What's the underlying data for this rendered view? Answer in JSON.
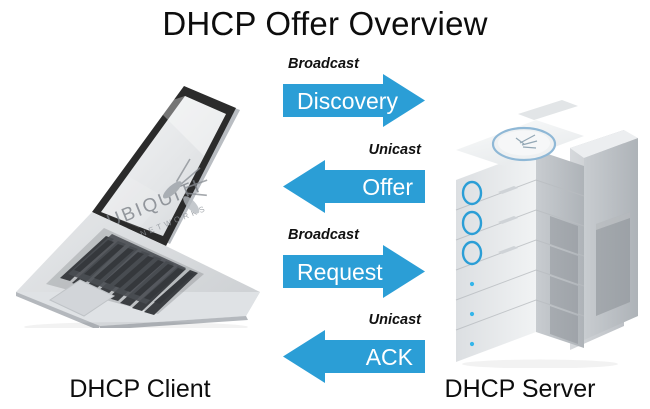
{
  "title": "DHCP Offer Overview",
  "endpoints": {
    "client": {
      "caption": "DHCP Client",
      "device": "laptop",
      "screen_logo_primary": "UBIQUITI",
      "screen_logo_secondary": "NETWORKS"
    },
    "server": {
      "caption": "DHCP Server",
      "device": "server-rack"
    }
  },
  "messages": [
    {
      "label": "Broadcast",
      "name": "Discovery",
      "direction": "right"
    },
    {
      "label": "Unicast",
      "name": "Offer",
      "direction": "left"
    },
    {
      "label": "Broadcast",
      "name": "Request",
      "direction": "right"
    },
    {
      "label": "Unicast",
      "name": "ACK",
      "direction": "left"
    }
  ],
  "colors": {
    "arrow_blue": "#2b9ed6",
    "background": "#ffffff",
    "text": "#0d0d0d",
    "laptop_bezel": "#2b2b2b",
    "server_body": "#e8eaec",
    "server_led": "#2b9ed6"
  }
}
